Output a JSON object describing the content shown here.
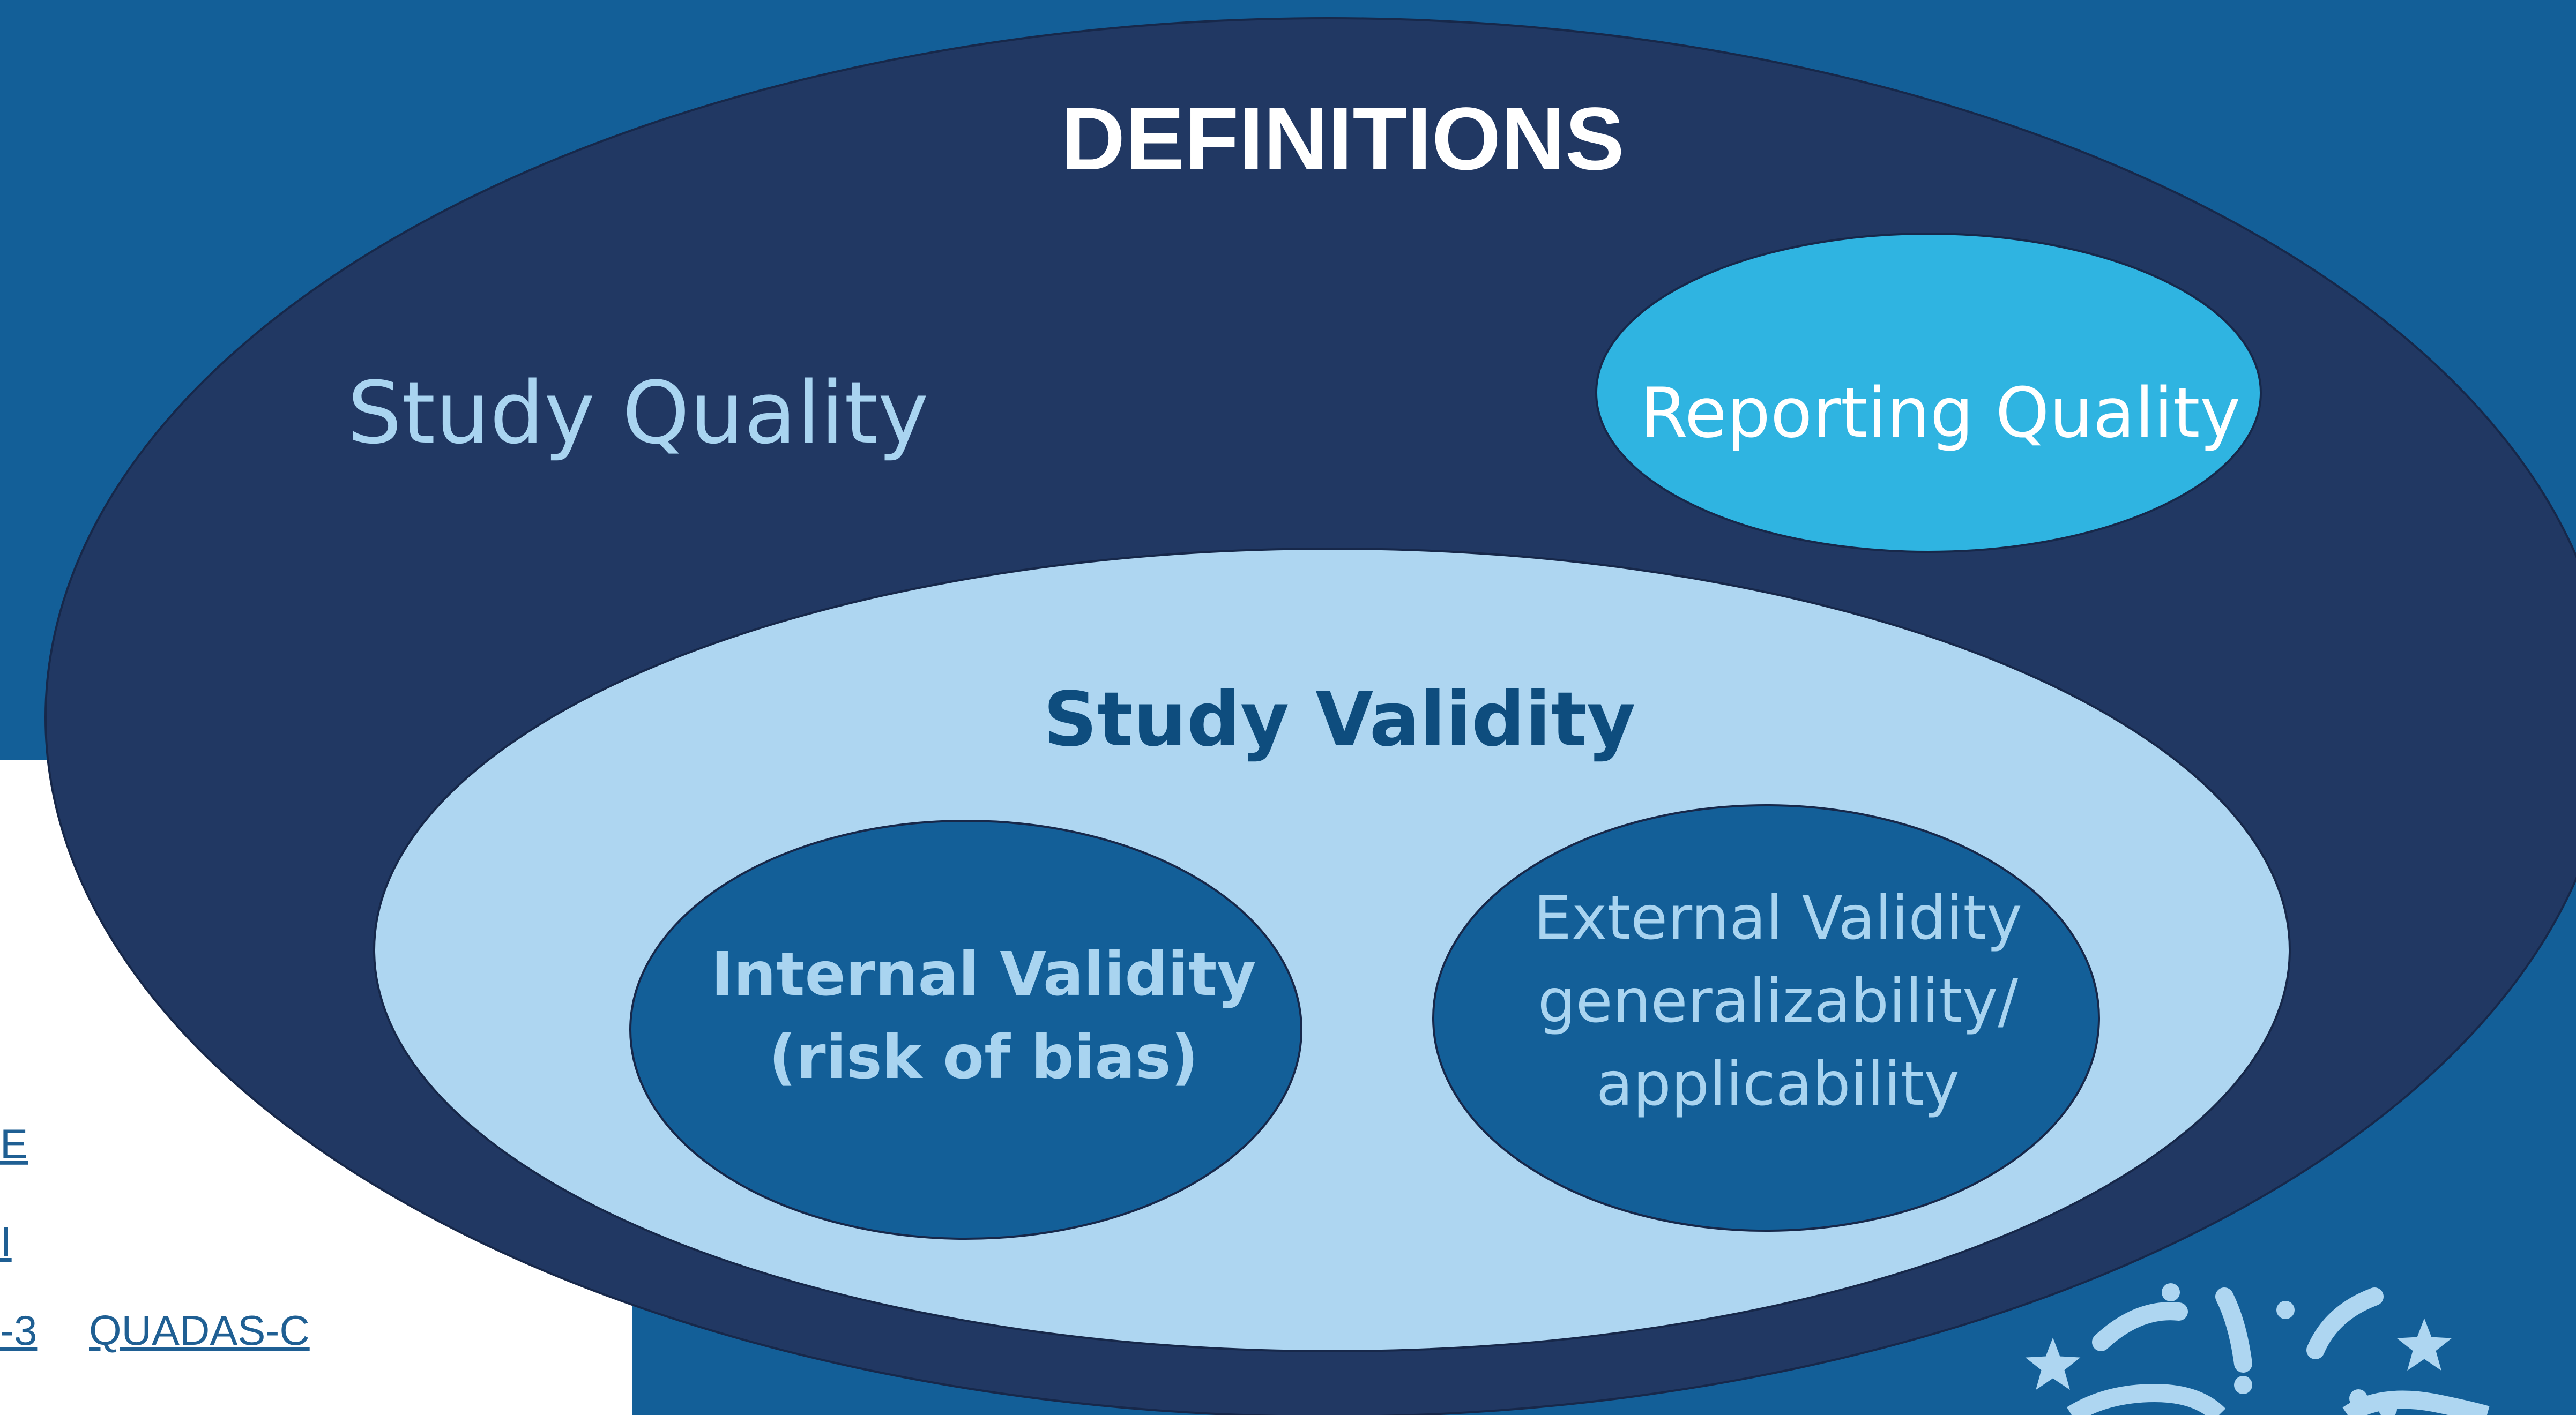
{
  "diagram": {
    "title": "DEFINITIONS",
    "study_quality": "Study Quality",
    "reporting_quality": "Reporting Quality",
    "study_validity": "Study Validity",
    "internal_validity": {
      "line1": "Internal Validity",
      "line2": "(risk of bias)"
    },
    "external_validity": {
      "line1": "External Validity",
      "line2": "generalizability/",
      "line3": "applicability"
    }
  },
  "background_links": {
    "link1": "E",
    "link2": "I",
    "link3": "-3",
    "link4": "QUADAS-C"
  },
  "colors": {
    "background": "#135f98",
    "outer_ellipse": "#213863",
    "reporting_ellipse": "#2fb4e1",
    "validity_ellipse": "#aed6f1",
    "inner_ellipses": "#135f98",
    "panel": "#ffffff"
  },
  "icons": {
    "decoration": "celebration-stars-icon"
  }
}
